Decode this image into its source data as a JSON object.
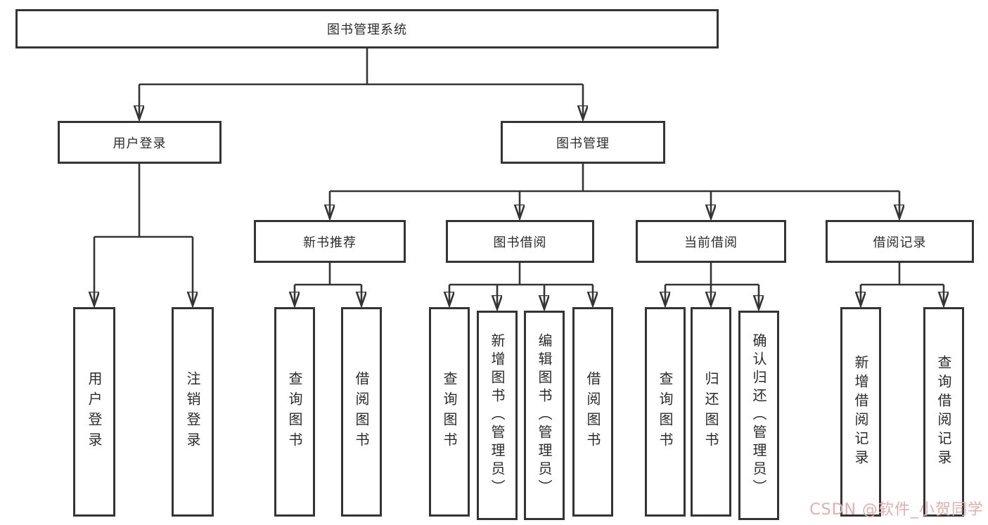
{
  "tree": {
    "root": "图书管理系统",
    "children": [
      {
        "label": "用户登录",
        "children": [
          {
            "label": "用户登录"
          },
          {
            "label": "注销登录"
          }
        ]
      },
      {
        "label": "图书管理",
        "children": [
          {
            "label": "新书推荐",
            "children": [
              {
                "label": "查询图书"
              },
              {
                "label": "借阅图书"
              }
            ]
          },
          {
            "label": "图书借阅",
            "children": [
              {
                "label": "查询图书"
              },
              {
                "label": "新增图书（管理员）"
              },
              {
                "label": "编辑图书（管理员）"
              },
              {
                "label": "借阅图书"
              }
            ]
          },
          {
            "label": "当前借阅",
            "children": [
              {
                "label": "查询图书"
              },
              {
                "label": "归还图书"
              },
              {
                "label": "确认归还（管理员）"
              }
            ]
          },
          {
            "label": "借阅记录",
            "children": [
              {
                "label": "新增借阅记录"
              },
              {
                "label": "查询借阅记录"
              }
            ]
          }
        ]
      }
    ]
  },
  "watermark": "CSDN @软件_小贺同学",
  "colors": {
    "line": "#343434",
    "text": "#2b2b2b",
    "background": "#ffffff",
    "watermark": "#e5aeaa"
  }
}
